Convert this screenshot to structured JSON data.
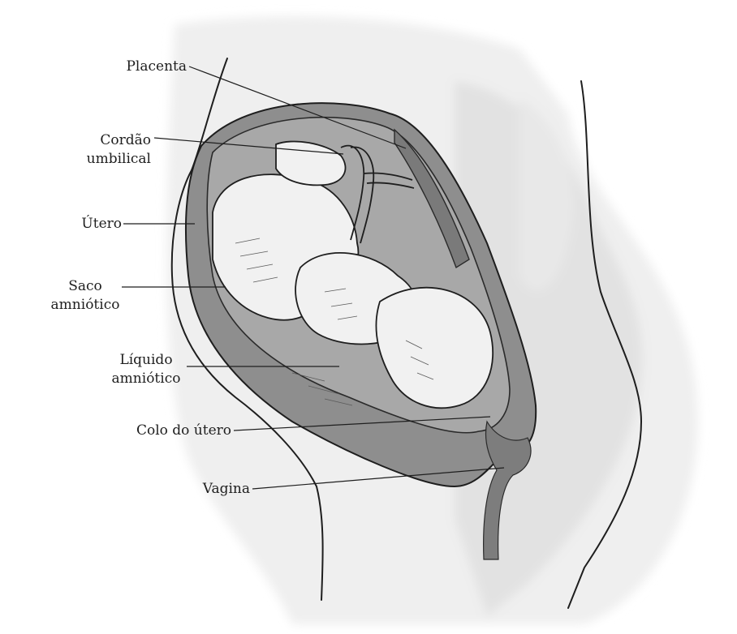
{
  "labels": {
    "placenta": "Placenta",
    "cordao_line1": "Cordão",
    "cordao_line2": "umbilical",
    "utero": "Útero",
    "saco_line1": "Saco",
    "saco_line2": "amniótico",
    "liquido_line1": "Líquido",
    "liquido_line2": "amniótico",
    "colo": "Colo do útero",
    "vagina": "Vagina"
  },
  "colors": {
    "ink": "#1e1e1e",
    "tissue": "#8e8e8e",
    "fluid": "#a8a8a8",
    "fetus": "#f1f1f1",
    "wash": "#dcdcdc"
  }
}
